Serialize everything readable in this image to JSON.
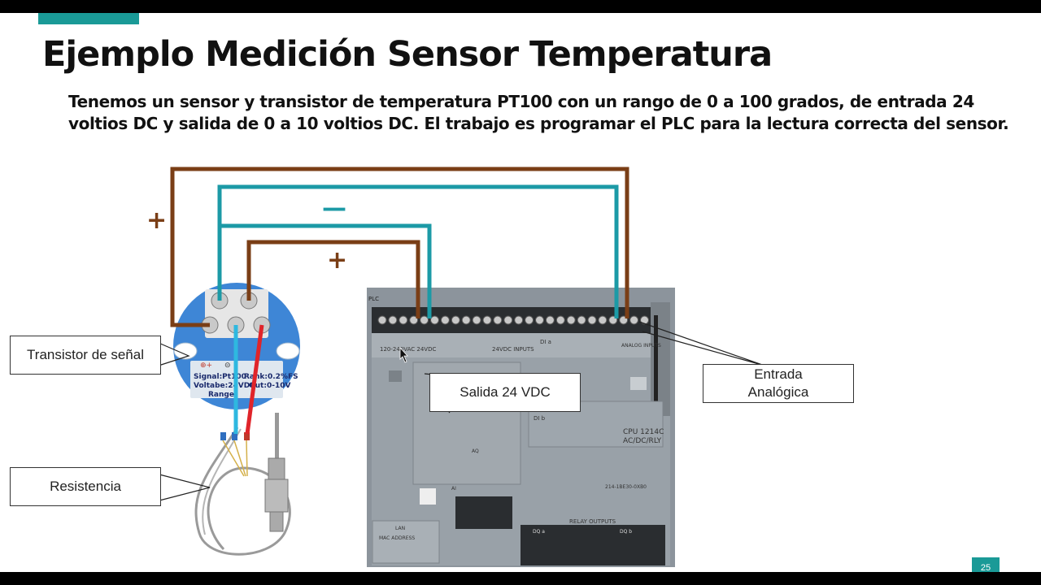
{
  "slide": {
    "title": "Ejemplo Medición Sensor Temperatura",
    "description": "Tenemos un sensor y transistor de temperatura PT100 con un rango de 0 a 100 grados, de entrada 24 voltios DC y salida de 0 a 10 voltios DC. El trabajo es programar el PLC para la lectura correcta del sensor.",
    "page_number": "25",
    "accent_color": "#1a9a97"
  },
  "wires": {
    "brown_color": "#7a3e16",
    "teal_color": "#1c9aa6",
    "plus_sign_1": "+",
    "plus_sign_2": "+",
    "minus_sign": "—"
  },
  "transmitter": {
    "line_signal": "Signal:Pt100",
    "line_voltage": "Voltabe:24VDC",
    "line_range": "Range:",
    "line_rank": "Rank:0.2%FS",
    "line_output": "Out:0-10V",
    "terminal_plus": "⊕+",
    "terminal_minus": "⊝"
  },
  "plc": {
    "corner_label": "PLC",
    "label_inputs": "24VDC INPUTS",
    "label_di_a": "DI a",
    "label_di_b": "DI b",
    "label_analog": "ANALOG INPUTS",
    "label_supply": "120-240VAC 24VDC",
    "label_cpu": "CPU 1214C",
    "label_cpu_type": "AC/DC/RLY",
    "label_part": "214-1BE30-0XB0",
    "label_relay": "RELAY OUTPUTS",
    "label_dq_a": "DQ a",
    "label_dq_b": "DQ b",
    "label_mac": "MAC ADDRESS",
    "label_lan": "LAN",
    "label_aq": "AQ",
    "label_ai": "AI"
  },
  "callouts": {
    "transmitter": "Transistor de señal",
    "output": "Salida 24 VDC",
    "analog": "Entrada\nAnalógica",
    "resistance": "Resistencia"
  }
}
